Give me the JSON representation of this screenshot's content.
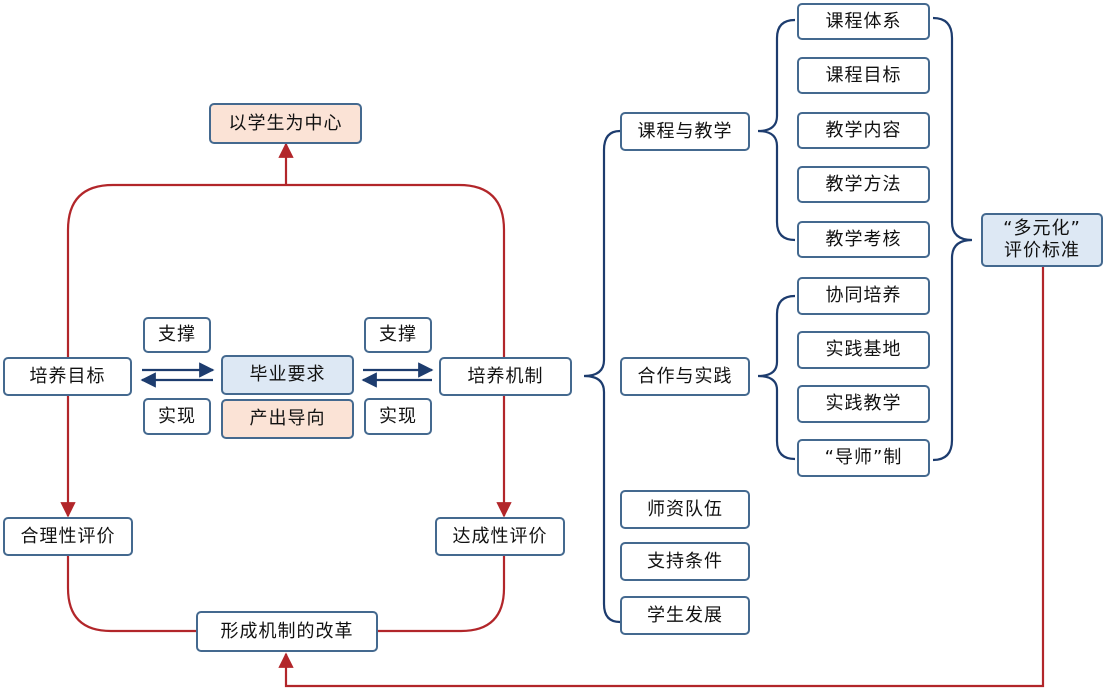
{
  "colors": {
    "box_border": "#44698f",
    "blue_fill": "#dde8f4",
    "peach_fill": "#fbe3d6",
    "red_line": "#b2262a",
    "navy_line": "#1d3c6e"
  },
  "nodes": {
    "center": "以学生为中心",
    "goal": "培养目标",
    "support_left": "支撑",
    "realize_left": "实现",
    "graduation_req": "毕业要求",
    "output_oriented": "产出导向",
    "support_right": "支撑",
    "realize_right": "实现",
    "mechanism": "培养机制",
    "rationality_eval": "合理性评价",
    "achievement_eval": "达成性评价",
    "reform": "形成机制的改革",
    "course_teaching": "课程与教学",
    "cooperation_practice": "合作与实践",
    "faculty": "师资队伍",
    "support_conditions": "支持条件",
    "student_development": "学生发展",
    "course_system": "课程体系",
    "course_goal": "课程目标",
    "teaching_content": "教学内容",
    "teaching_method": "教学方法",
    "teaching_assessment": "教学考核",
    "collaborative_training": "协同培养",
    "practice_base": "实践基地",
    "practice_teaching": "实践教学",
    "mentor_system": "“导师”制",
    "eval_line1": "“多元化”",
    "eval_line2": "评价标准"
  }
}
